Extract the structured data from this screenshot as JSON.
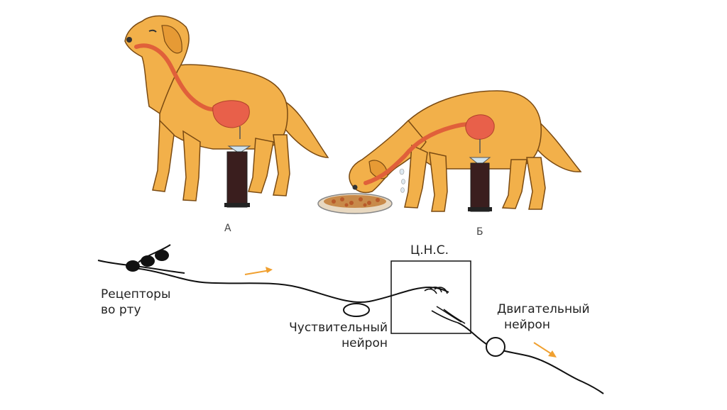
{
  "figure_labels": {
    "a": "А",
    "b": "Б"
  },
  "diagram": {
    "cns_label": "Ц.Н.С.",
    "receptors_line1": "Рецепторы",
    "receptors_line2": "во рту",
    "sensory_line1": "Чуствительный",
    "sensory_line2": "нейрон",
    "motor_line1": "Двигательный",
    "motor_line2": "нейрон"
  },
  "colors": {
    "dog_fur": "#f2b04a",
    "dog_outline": "#7a4a12",
    "gland_duct": "#e0603a",
    "nerve_line": "#111111",
    "arrow": "#f0a030",
    "tube": "#3a1e1e"
  }
}
